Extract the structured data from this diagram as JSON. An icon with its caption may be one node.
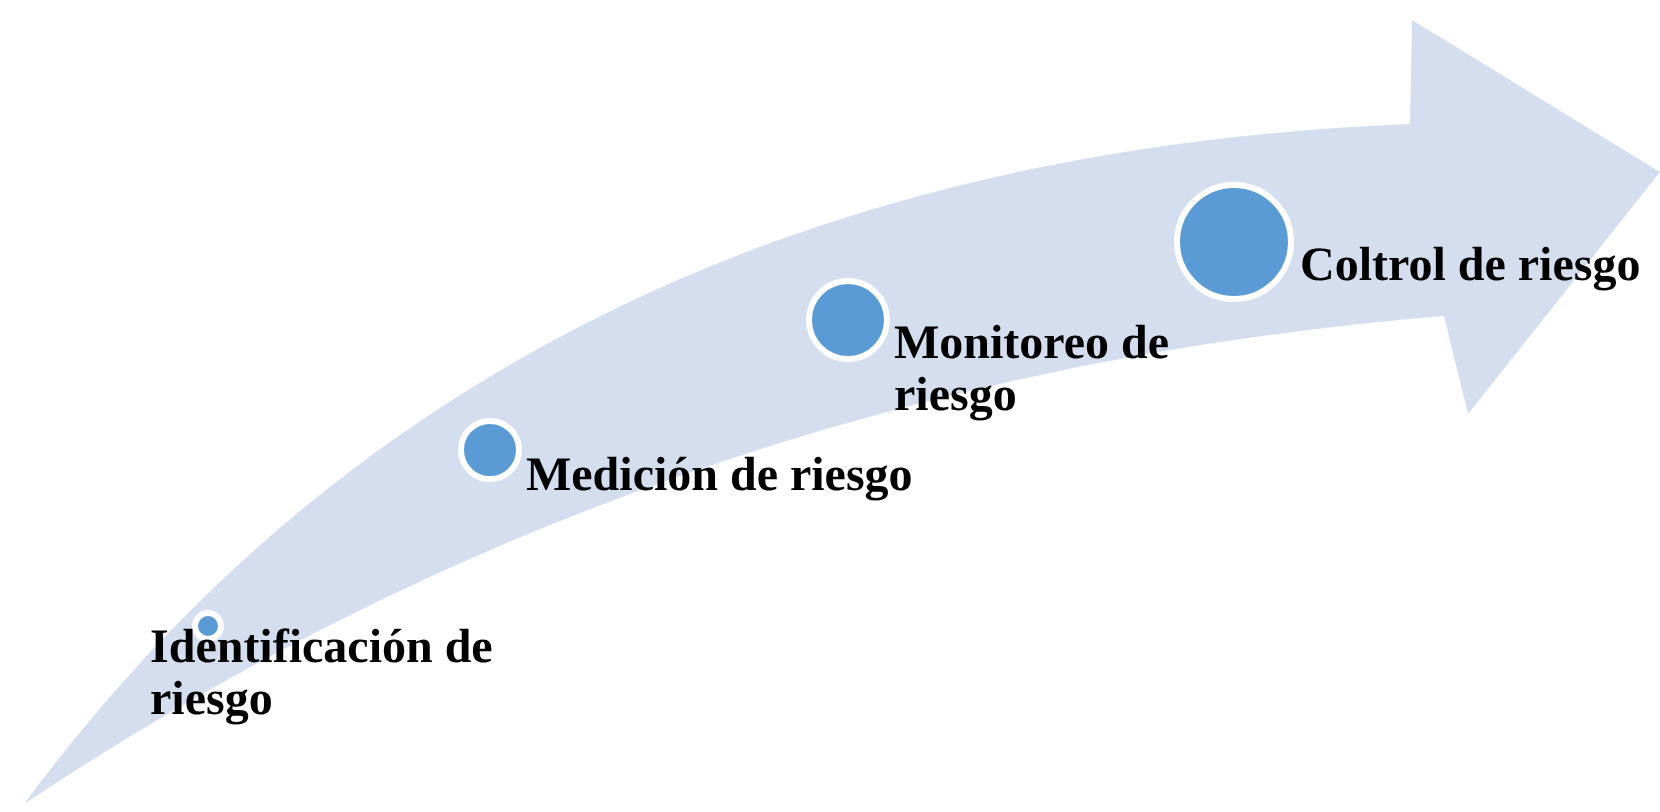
{
  "diagram": {
    "nodes": [
      {
        "text": [],
        "shape": "circle",
        "beside": [
          "Identificación de riesgo"
        ]
      },
      {
        "text": [],
        "shape": "circle",
        "beside": [
          "Medición de riesgo"
        ]
      },
      {
        "text": [],
        "shape": "circle",
        "beside": [
          "Monitoreo de riesgo"
        ]
      },
      {
        "text": [],
        "shape": "circle",
        "beside": [
          "Coltrol de riesgo"
        ]
      }
    ]
  }
}
